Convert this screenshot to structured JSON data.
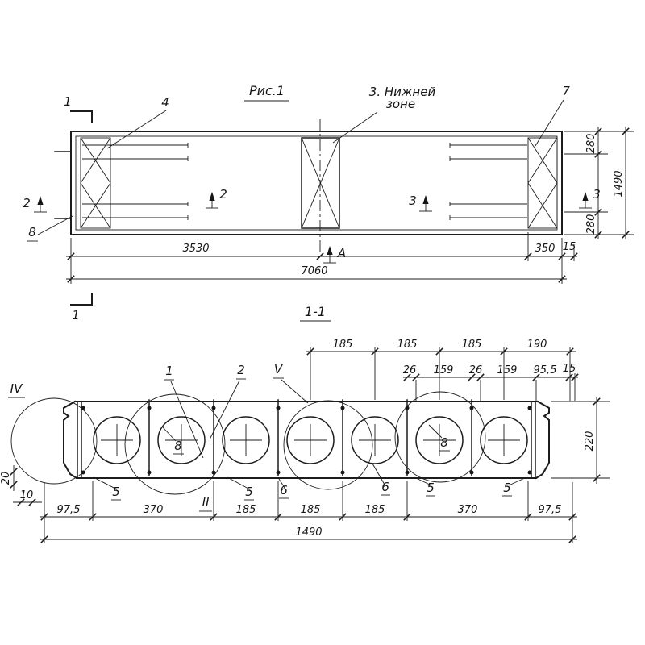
{
  "fig1": {
    "title": "Рис.1",
    "note_line1": "3. Нижней",
    "note_line2": "зоне",
    "callouts": {
      "c4": "4",
      "c7": "7",
      "c8": "8"
    },
    "sections": {
      "s1_top": "1",
      "s1_bottom": "1",
      "s2_left": "2",
      "s2_mid": "2",
      "s3_mid": "3",
      "s3_right": "3",
      "view_a": "А"
    },
    "dims": {
      "d3530": "3530",
      "d7060": "7060",
      "d350": "350",
      "d15": "15",
      "d280_top": "280",
      "d1490": "1490",
      "d280_bottom": "280"
    }
  },
  "section": {
    "title": "1-1",
    "details": {
      "iv": "IV",
      "v": "V",
      "ii": "II"
    },
    "callouts": {
      "c1": "1",
      "c2": "2",
      "c8_left": "8",
      "c8_right": "8",
      "c5_1": "5",
      "c5_2": "5",
      "c5_3": "5",
      "c5_4": "5",
      "c6_1": "6",
      "c6_2": "6"
    },
    "dims_top_row1": [
      "185",
      "185",
      "185",
      "190"
    ],
    "dims_top_row2": [
      "26",
      "159",
      "26",
      "159",
      "95,5",
      "15"
    ],
    "dims_bottom": [
      "97,5",
      "370",
      "185",
      "185",
      "185",
      "370",
      "97,5"
    ],
    "dims_misc": {
      "d10": "10",
      "d20": "20",
      "d220": "220",
      "total": "1490"
    }
  }
}
